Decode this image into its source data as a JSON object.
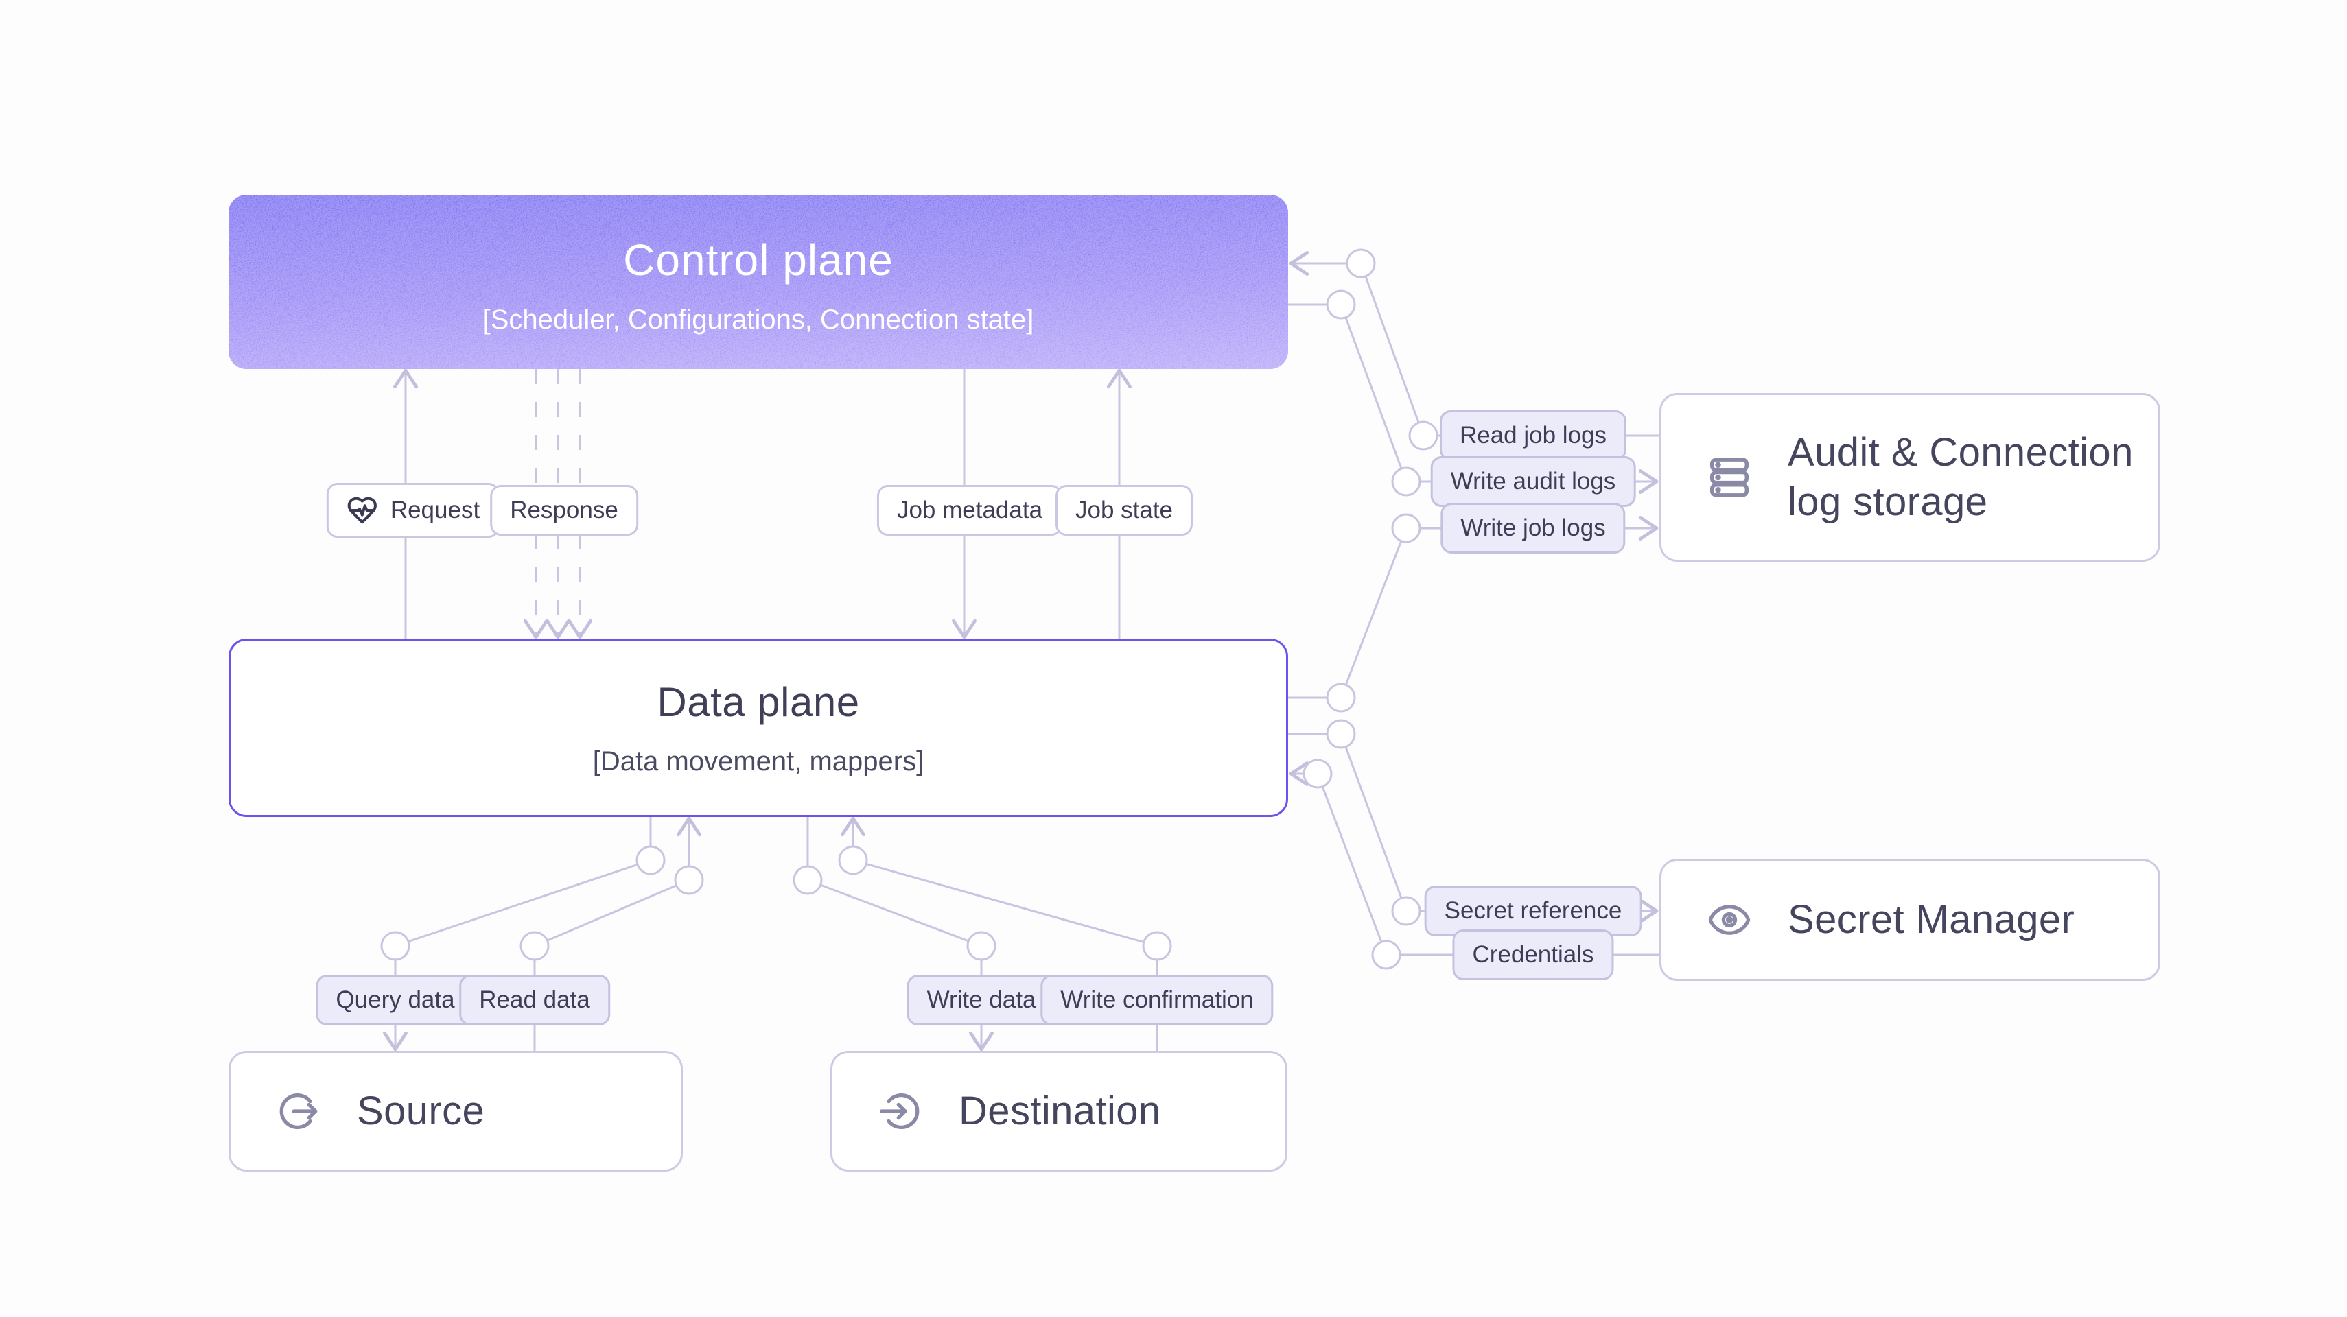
{
  "nodes": {
    "control_plane": {
      "title": "Control plane",
      "subtitle": "[Scheduler, Configurations, Connection state]"
    },
    "data_plane": {
      "title": "Data plane",
      "subtitle": "[Data movement, mappers]"
    },
    "source": {
      "title": "Source"
    },
    "destination": {
      "title": "Destination"
    },
    "audit_log_storage": {
      "title": "Audit & Connection log storage"
    },
    "secret_manager": {
      "title": "Secret Manager"
    }
  },
  "edge_labels": {
    "request": "Request",
    "response": "Response",
    "job_metadata": "Job metadata",
    "job_state": "Job state",
    "query_data": "Query data",
    "read_data": "Read data",
    "write_data": "Write data",
    "write_confirmation": "Write confirmation",
    "read_job_logs": "Read job logs",
    "write_audit_logs": "Write audit logs",
    "write_job_logs": "Write job logs",
    "secret_reference": "Secret reference",
    "credentials": "Credentials"
  },
  "icons": {
    "request": "heart-pulse-icon",
    "source": "arrow-out-circle-icon",
    "destination": "arrow-in-circle-icon",
    "audit_log_storage": "server-stack-icon",
    "secret_manager": "eye-icon"
  },
  "colors": {
    "background": "#fdfdfe",
    "connector": "#c7c5df",
    "control_plane_gradient_top": "#675af0",
    "control_plane_gradient_bottom": "#ad99f8",
    "data_plane_border": "#7150f0",
    "node_border": "#cdcbe4",
    "label_fill": "#ecebfa",
    "text": "#3d3d55",
    "icon": "#8b8aa6"
  }
}
